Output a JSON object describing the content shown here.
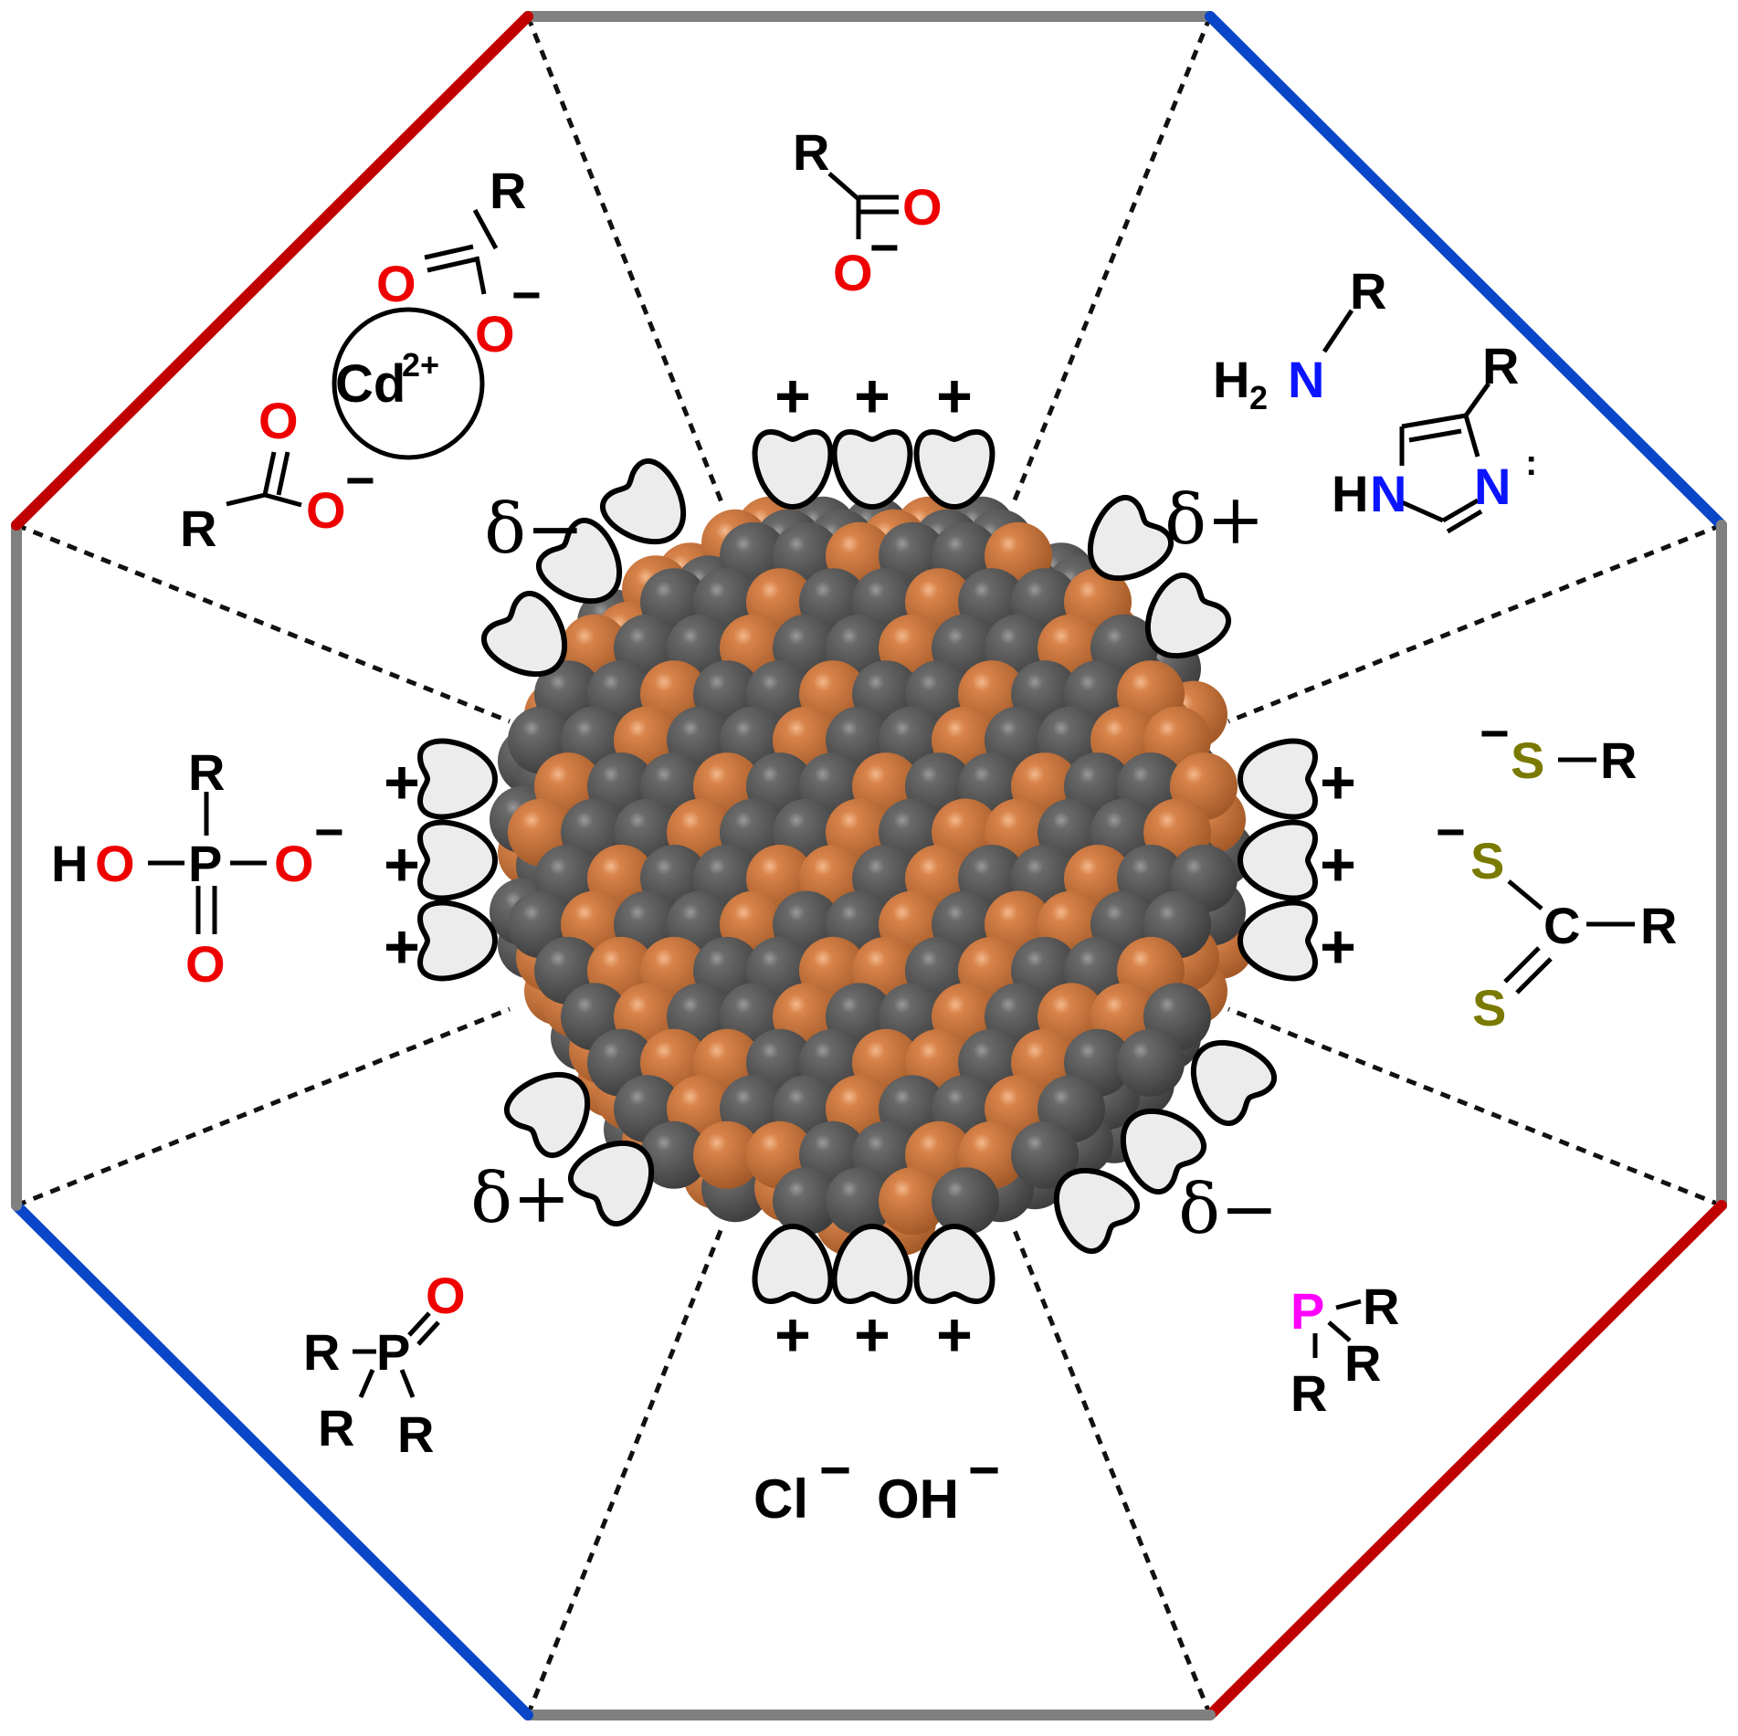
{
  "colors": {
    "red_edge": "#c00000",
    "blue_edge": "#0a46c8",
    "gray_edge": "#808080",
    "oxygen": "#ee0000",
    "nitrogen": "#0a14ff",
    "sulfur": "#7a7a00",
    "phosphine_p": "#ff00ff",
    "cd_atom": "#5b5b5b",
    "se_atom": "#c8743a",
    "lobe_fill": "#ececec"
  },
  "center_labels": {
    "top_pluses": [
      "+",
      "+",
      "+"
    ],
    "bottom_pluses": [
      "+",
      "+",
      "+"
    ],
    "left_pluses": [
      "+",
      "+",
      "+"
    ],
    "right_pluses": [
      "+",
      "+",
      "+"
    ],
    "delta_minus_top": "δ−",
    "delta_plus_top": "δ+",
    "delta_plus_bottom": "δ+",
    "delta_minus_bottom": "δ−"
  },
  "ligands": {
    "cd_carboxylate": {
      "cd": "Cd",
      "cd_charge": "2+",
      "r_top": "R",
      "o_dbl_top": "O",
      "o_neg_top": "O",
      "neg_top": "−",
      "r_bottom": "R",
      "o_dbl_bottom": "O",
      "o_neg_bottom": "O",
      "neg_bottom": "−"
    },
    "carboxylate": {
      "r": "R",
      "o_dbl": "O",
      "o_neg": "O",
      "neg": "−"
    },
    "amine": {
      "r": "R",
      "h": "H",
      "sub": "2",
      "n": "N"
    },
    "imidazole": {
      "r": "R",
      "hn_h": "H",
      "n1": "N",
      "n2": "N",
      "lone_pair": ":"
    },
    "phosphonate": {
      "r": "R",
      "h": "H",
      "o_oh": "O",
      "p": "P",
      "o_neg": "O",
      "neg": "−",
      "o_dbl": "O"
    },
    "thiolate": {
      "neg": "−",
      "s": "S",
      "r": "R"
    },
    "dithiocarbamate": {
      "neg": "−",
      "s1": "S",
      "c": "C",
      "r": "R",
      "s2": "S"
    },
    "phosphine_oxide": {
      "r1": "R",
      "p": "P",
      "o": "O",
      "r2": "R",
      "r3": "R"
    },
    "phosphine": {
      "p": "P",
      "r1": "R",
      "r2": "R",
      "r3": "R"
    },
    "halide_hydroxide": {
      "cl": "Cl",
      "cl_neg": "−",
      "oh": "OH",
      "oh_neg": "−"
    }
  }
}
